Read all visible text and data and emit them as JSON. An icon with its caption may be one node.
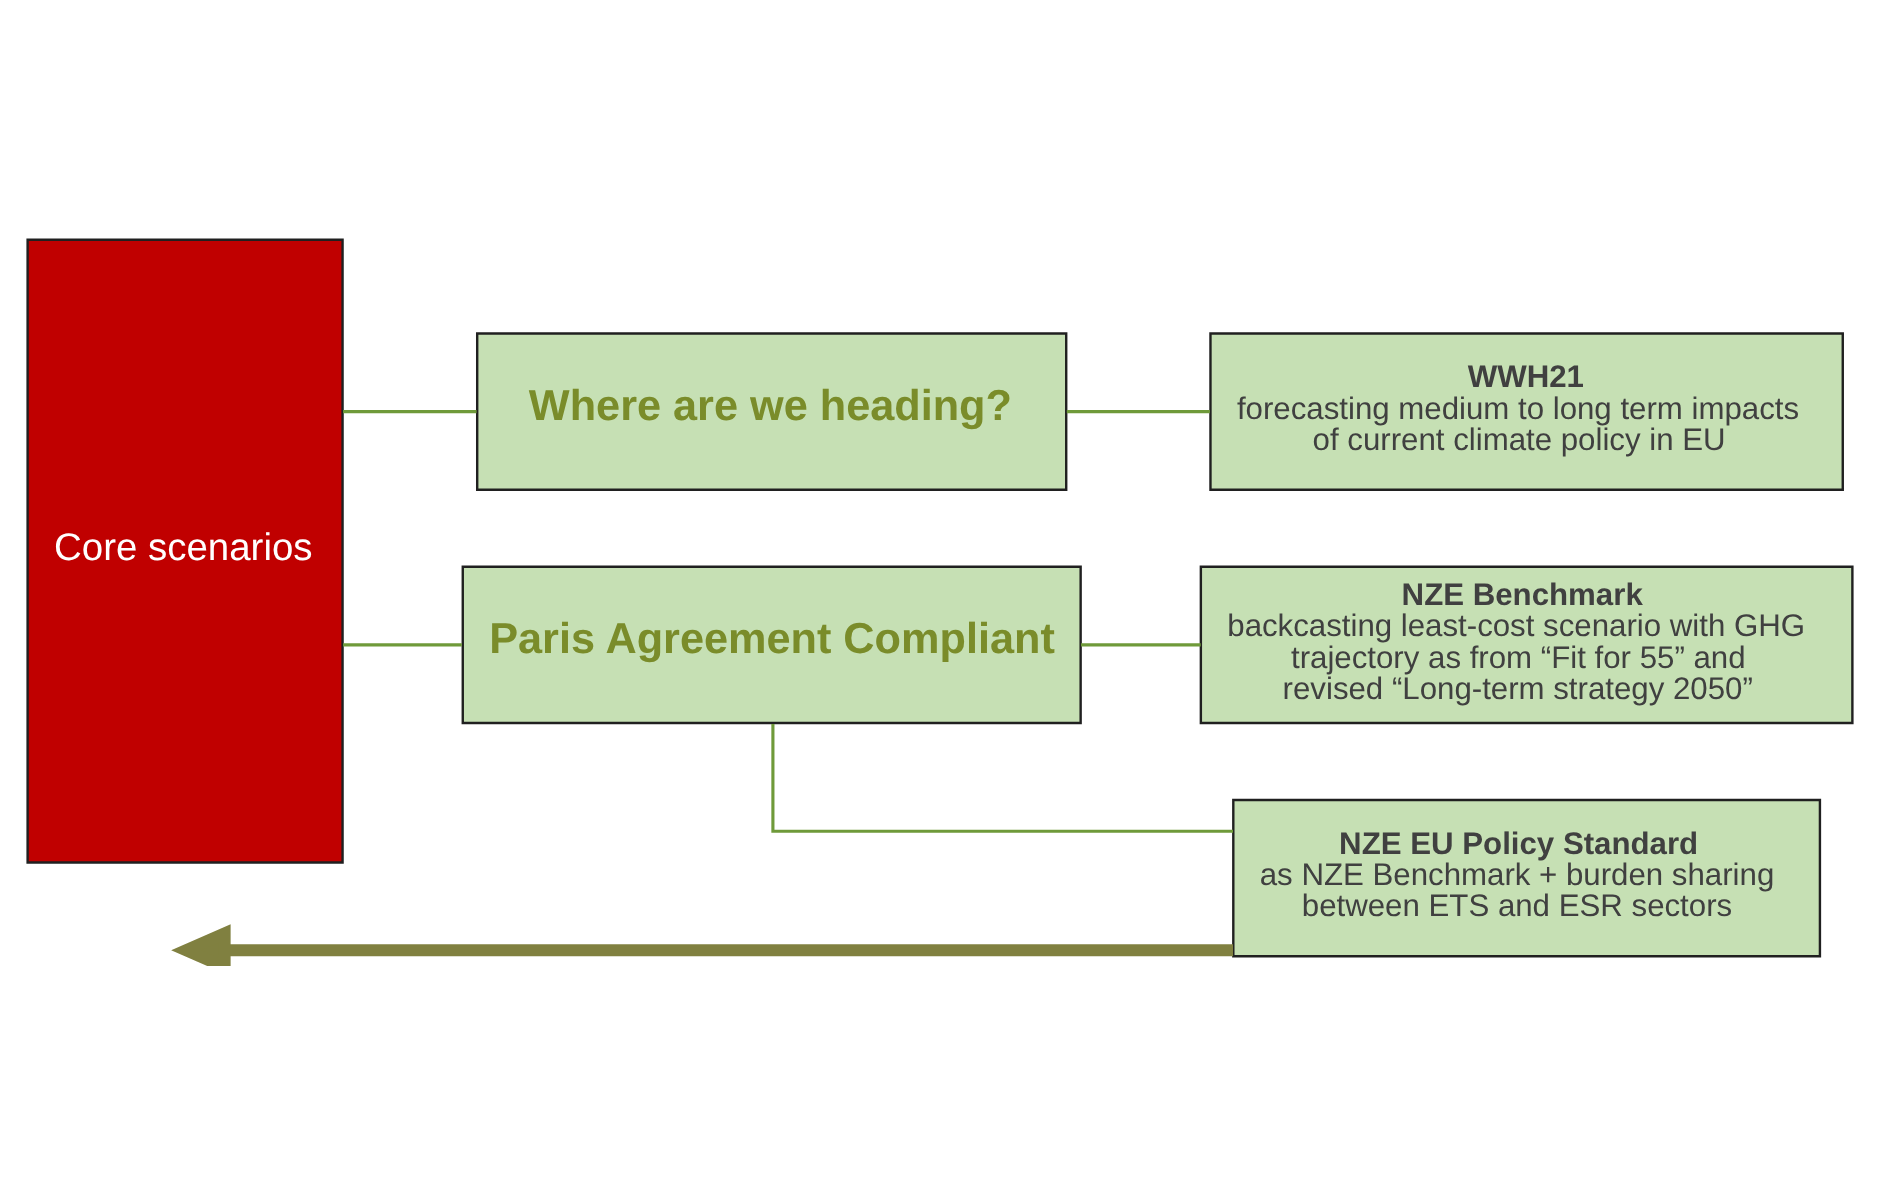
{
  "diagram": {
    "nodes": [
      {
        "text": [
          "Core scenarios"
        ]
      },
      {
        "text": [
          "Where are we heading?"
        ]
      },
      {
        "text": [
          "Paris Agreement Compliant"
        ]
      },
      {
        "text": [
          "WWH21",
          "forecasting medium to long term impacts of current climate policy in EU"
        ]
      },
      {
        "text": [
          "NZE Benchmark",
          "backcasting least-cost scenario with GHG trajectory as from “Fit for 55” and revised “Long-term strategy 2050”"
        ]
      },
      {
        "text": [
          "NZE EU Policy Standard",
          "as NZE Benchmark + burden sharing between ETS and ESR sectors"
        ]
      }
    ],
    "edges": [
      {
        "from": 0,
        "to": 1,
        "arrow": "none"
      },
      {
        "from": 0,
        "to": 2,
        "arrow": "none"
      },
      {
        "from": 1,
        "to": 3,
        "arrow": "none"
      },
      {
        "from": 2,
        "to": 4,
        "arrow": "none"
      },
      {
        "from": 2,
        "to": 5,
        "arrow": "none"
      },
      {
        "from": 5,
        "to": null,
        "arrow": "to",
        "style": "thick",
        "color": "#808040"
      }
    ]
  }
}
